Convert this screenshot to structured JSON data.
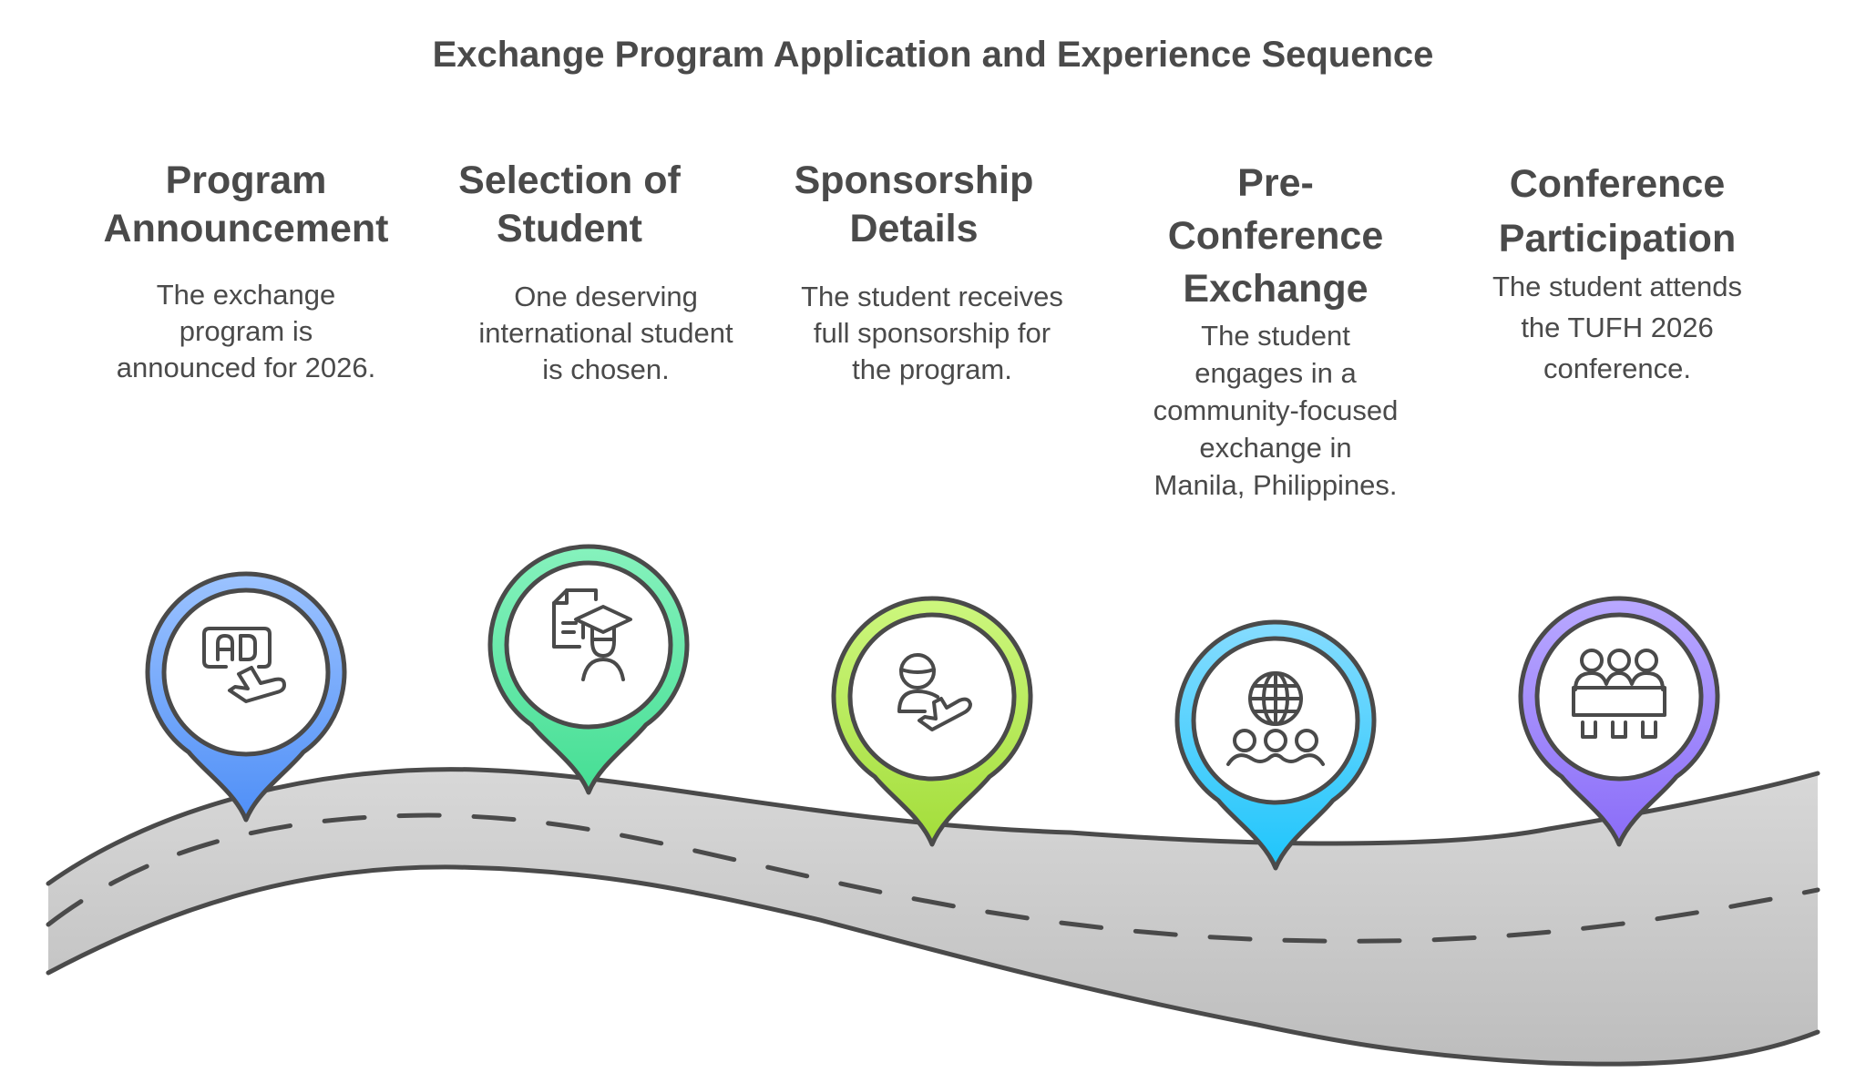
{
  "title": "Exchange Program Application and Experience Sequence",
  "steps": [
    {
      "heading": "Program\nAnnouncement",
      "description": "The exchange\nprogram is\nannounced for 2026.",
      "icon": "advertisement-plane-icon",
      "color_top": "#9cc3ff",
      "color_bottom": "#4f8ff7"
    },
    {
      "heading": "Selection of\nStudent",
      "description": "One deserving\ninternational student\nis chosen.",
      "icon": "document-graduate-icon",
      "color_top": "#86f2bd",
      "color_bottom": "#45de94"
    },
    {
      "heading": "Sponsorship\nDetails",
      "description": "The student receives\nfull sponsorship for\nthe program.",
      "icon": "person-travel-icon",
      "color_top": "#cdf77e",
      "color_bottom": "#a3dd3a"
    },
    {
      "heading": "Pre-\nConference\nExchange",
      "description": "The student\nengages in a\ncommunity-focused\nexchange in\nManila, Philippines.",
      "icon": "globe-community-icon",
      "color_top": "#86dcff",
      "color_bottom": "#1ec5fb"
    },
    {
      "heading": "Conference\nParticipation",
      "description": "The student attends\nthe TUFH 2026\nconference.",
      "icon": "conference-panel-icon",
      "color_top": "#b9a9ff",
      "color_bottom": "#8a6cf8"
    }
  ],
  "colors": {
    "text": "#4a4a4a",
    "stroke": "#4a4a4a",
    "road_top": "#d8d8d8",
    "road_bottom": "#bdbdbd"
  }
}
